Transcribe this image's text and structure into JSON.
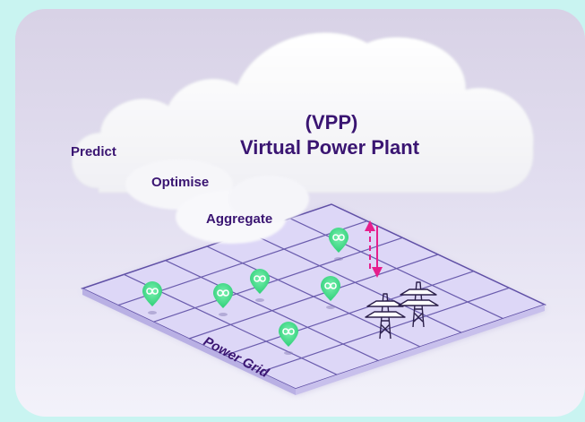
{
  "diagram": {
    "vpp_acronym": "(VPP)",
    "vpp_title": "Virtual Power Plant",
    "steps": [
      "Predict",
      "Optimise",
      "Aggregate"
    ],
    "grid_label": "Power Grid"
  },
  "colors": {
    "text": "#3a1572",
    "grid_fill": "#ddd7f7",
    "grid_line": "#5f4fa5",
    "asset_green": "#45e08b",
    "flow_arrow": "#e61e8c",
    "background": "#c9f4f1"
  },
  "icons": {
    "asset": "infinity-icon",
    "tower": "transmission-tower-icon",
    "flow": "double-arrow-icon"
  }
}
